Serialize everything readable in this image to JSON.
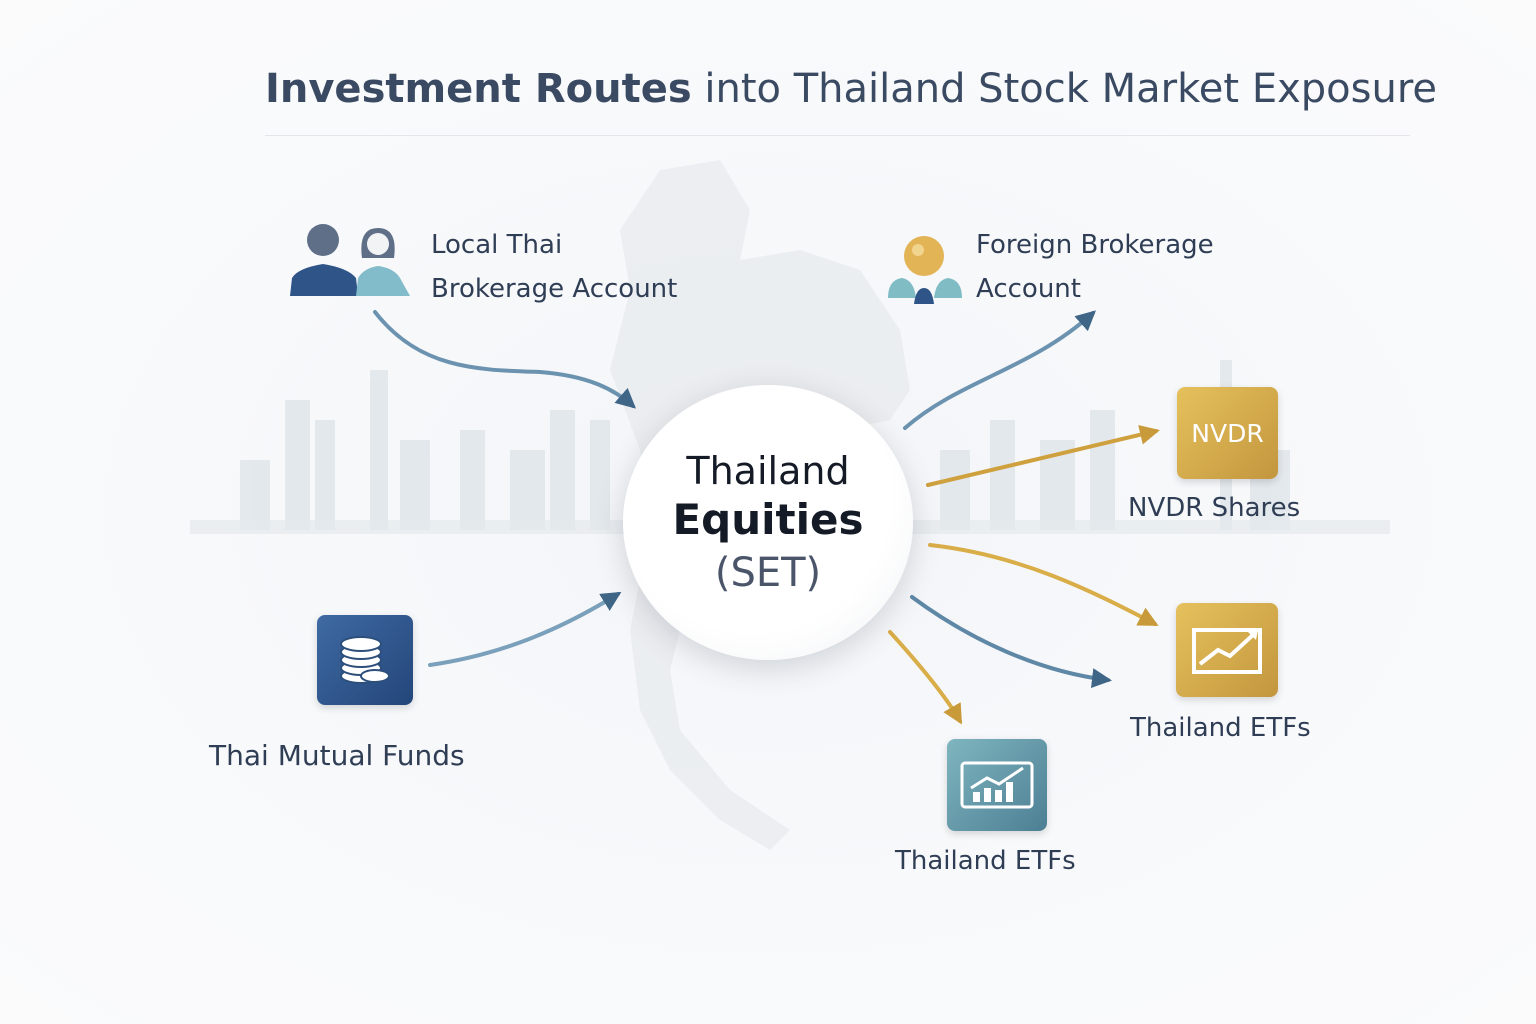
{
  "title": {
    "bold": "Investment Routes",
    "rest": " into Thailand Stock Market Exposure"
  },
  "center": {
    "line1": "Thailand",
    "line2": "Equities",
    "line3": "(SET)"
  },
  "routes": {
    "local": {
      "line1": "Local Thai",
      "line2": "Brokerage Account",
      "icon": "people-icon"
    },
    "foreign": {
      "line1": "Foreign Brokerage",
      "line2": "Account",
      "icon": "globe-people-icon"
    },
    "nvdr": {
      "tile": "NVDR",
      "label": "NVDR Shares"
    },
    "etf_gold": {
      "label": "Thailand ETFs",
      "icon": "etf-chart-icon"
    },
    "etf_teal": {
      "label": "Thailand ETFs",
      "icon": "chart-up-icon"
    },
    "mutual": {
      "label": "Thai Mutual Funds",
      "icon": "coins-stack-icon"
    }
  },
  "colors": {
    "blue": "#5b87a6",
    "gold": "#d4a740",
    "navy": "#2c4f7c"
  }
}
